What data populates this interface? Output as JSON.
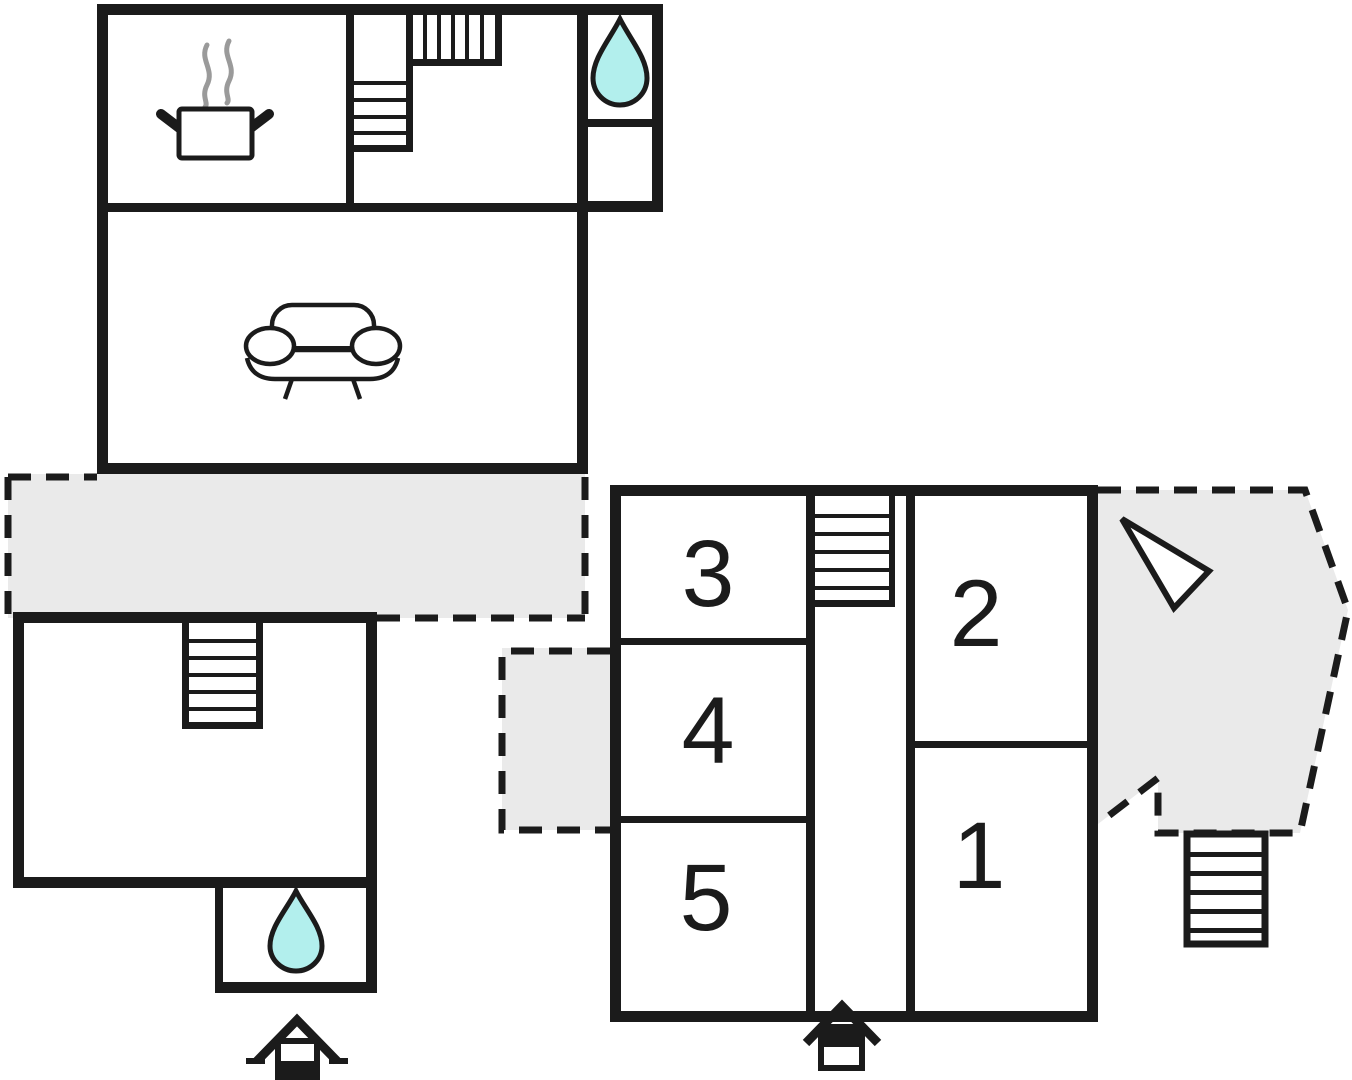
{
  "page": {
    "background": "#ffffff"
  },
  "colors": {
    "wall": "#1b1b1b",
    "outdoor_fill": "#eaeaea",
    "water_drop": "#b2efed",
    "steam": "#9a9a9a",
    "icon_fill": "#ffffff"
  },
  "rooms": [
    {
      "label": "1"
    },
    {
      "label": "2"
    },
    {
      "label": "3"
    },
    {
      "label": "4"
    },
    {
      "label": "5"
    }
  ],
  "areas": {
    "upper_building": {
      "features": [
        "kitchen-pot",
        "staircase",
        "water-drop",
        "sofa"
      ]
    },
    "lower_left_building": {
      "features": [
        "staircase",
        "water-drop",
        "entrance-marker"
      ]
    },
    "right_building": {
      "features": [
        "staircase",
        "entrance-marker"
      ],
      "room_labels": [
        "3",
        "4",
        "5",
        "2",
        "1"
      ]
    },
    "outdoor": {
      "features": [
        "walkway",
        "balcony",
        "terrace",
        "outdoor-stairs",
        "direction-arrow"
      ]
    }
  }
}
